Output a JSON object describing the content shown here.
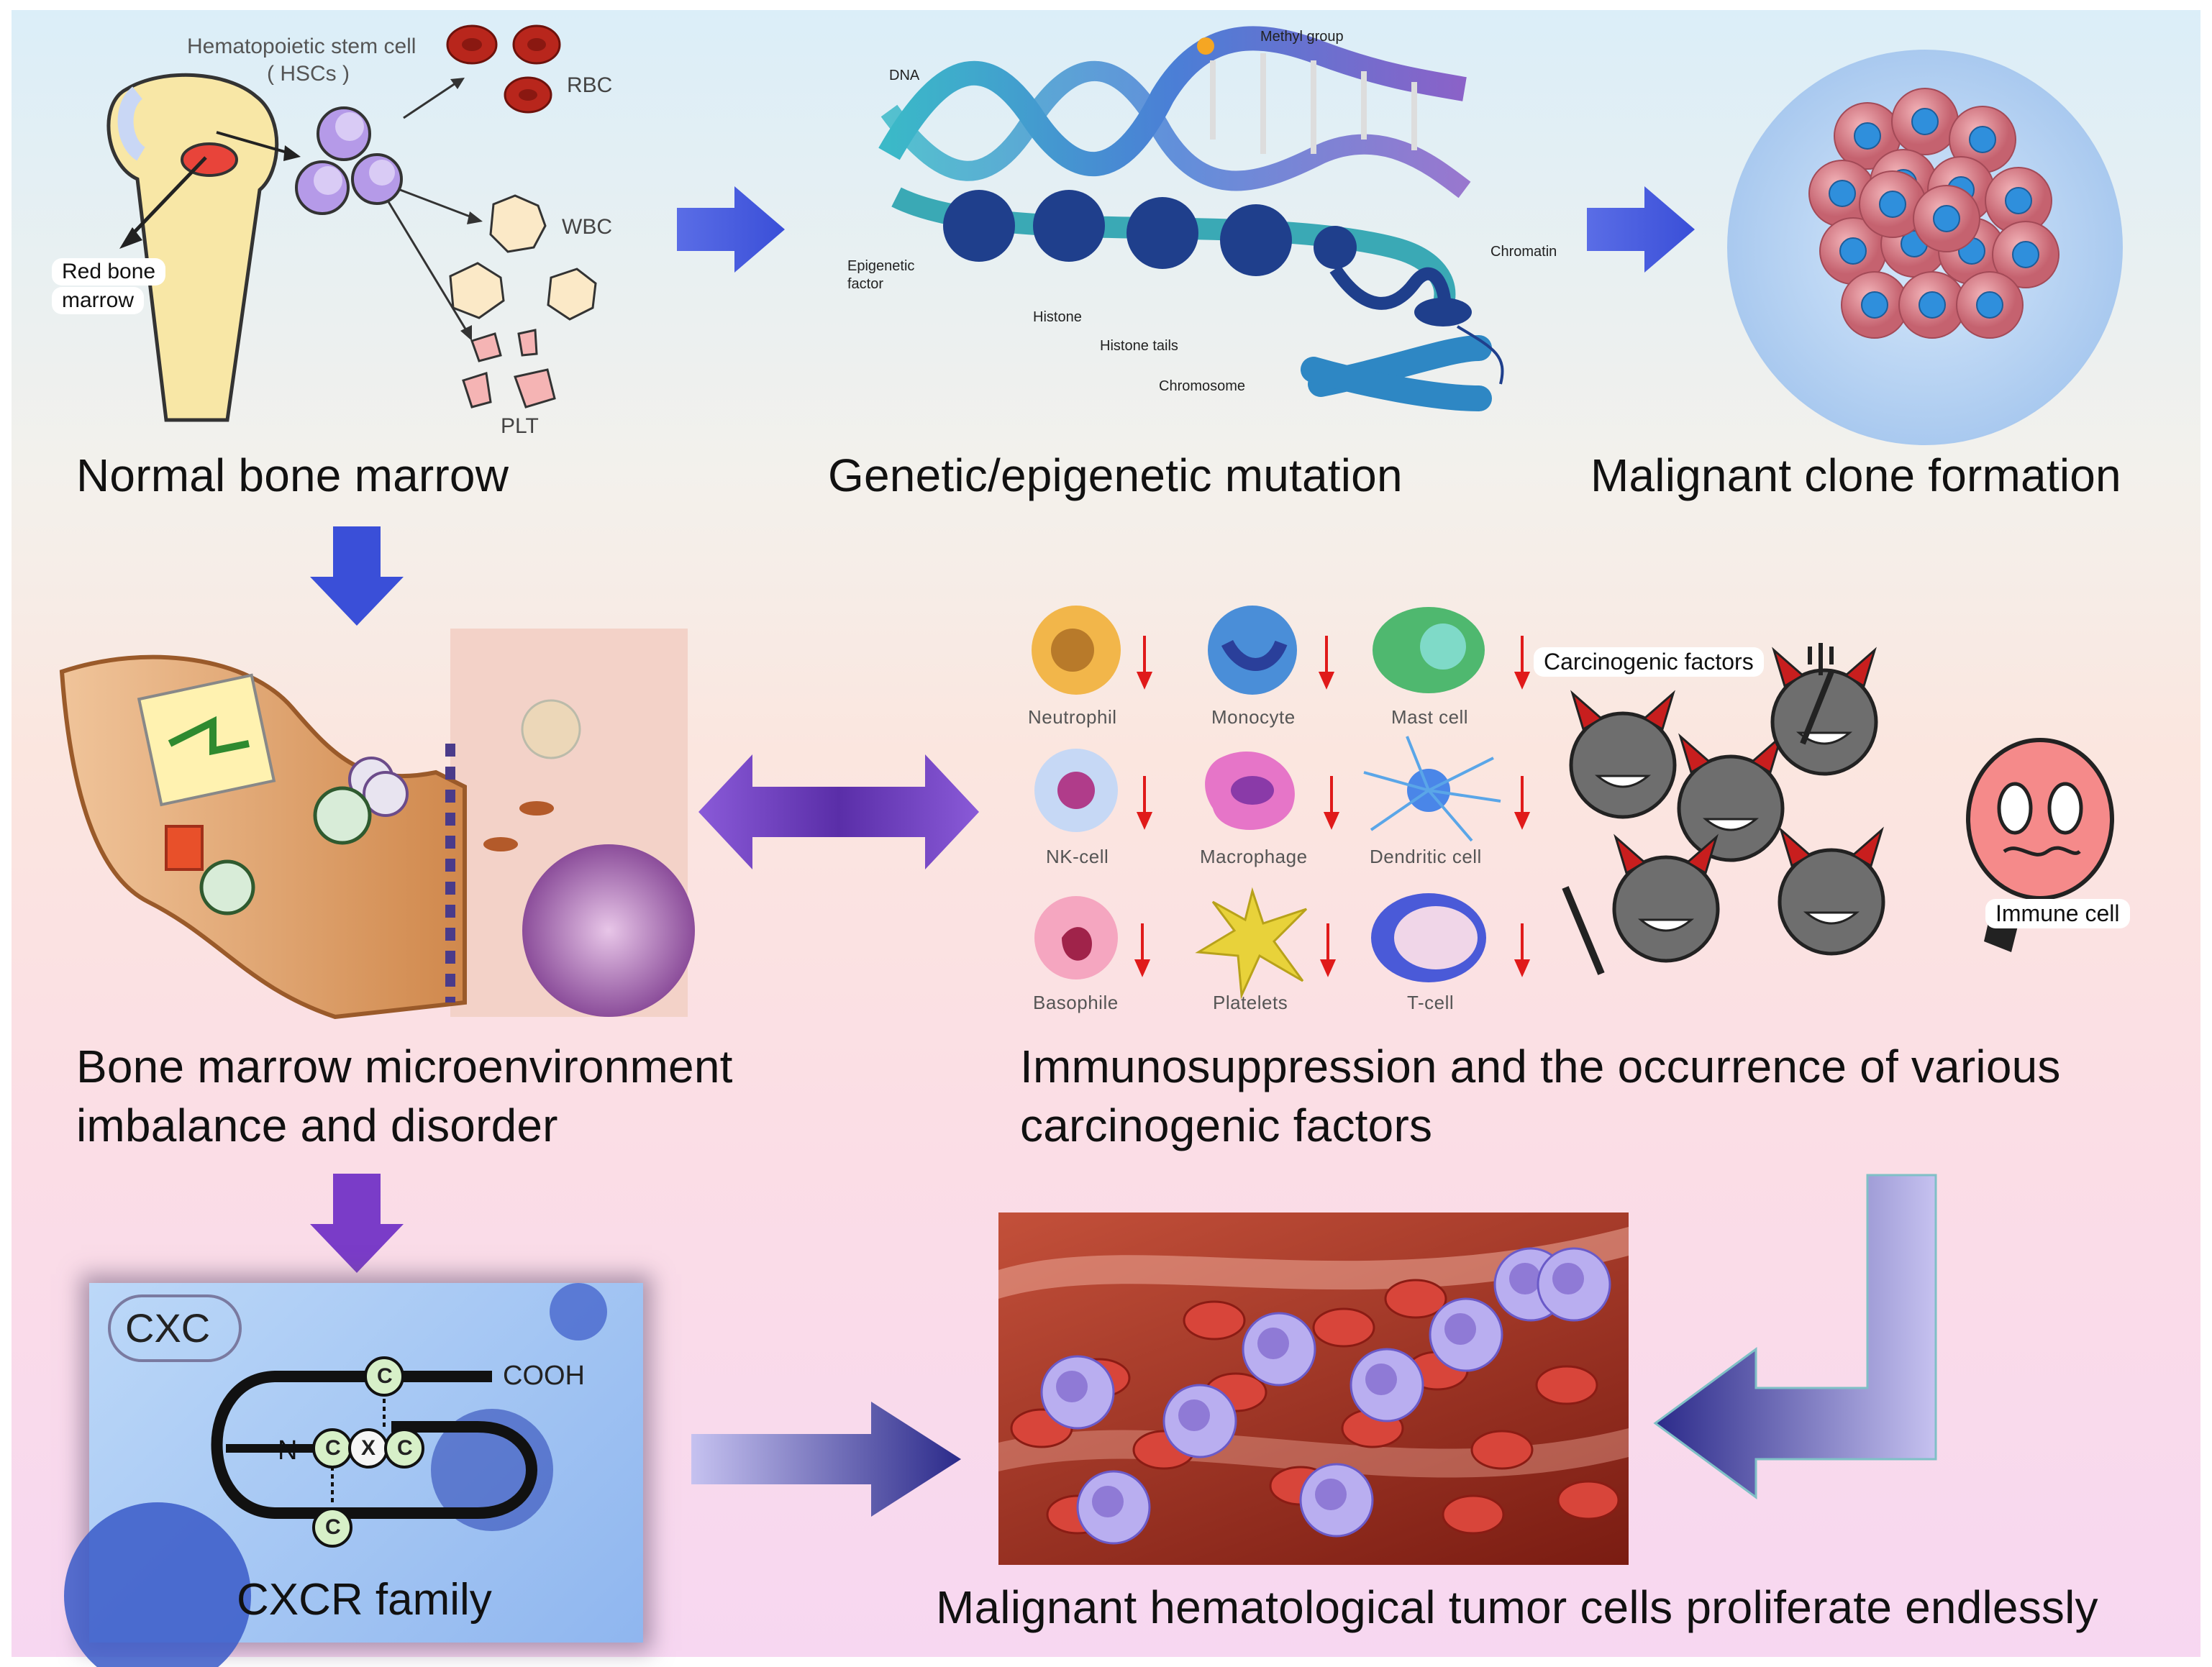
{
  "captions": {
    "normal_bone_marrow": "Normal bone marrow",
    "genetic_mutation": "Genetic/epigenetic mutation",
    "malignant_clone": "Malignant clone formation",
    "microenvironment_line1": "Bone marrow microenvironment",
    "microenvironment_line2": "imbalance and disorder",
    "immunosuppression_line1": "Immunosuppression and the occurrence of various",
    "immunosuppression_line2": "carcinogenic factors",
    "proliferate": "Malignant hematological tumor cells proliferate endlessly"
  },
  "bone_panel": {
    "hsc_label_line1": "Hematopoietic stem cell",
    "hsc_label_line2": "( HSCs )",
    "red_bone_marrow_line1": "Red bone",
    "red_bone_marrow_line2": "marrow",
    "rbc": "RBC",
    "wbc": "WBC",
    "plt": "PLT"
  },
  "dna_panel": {
    "dna": "DNA",
    "methyl_group": "Methyl group",
    "epigenetic_factor_line1": "Epigenetic",
    "epigenetic_factor_line2": "factor",
    "histone": "Histone",
    "histone_tails": "Histone tails",
    "chromatin": "Chromatin",
    "chromosome": "Chromosome"
  },
  "immune_cells": [
    {
      "name": "Neutrophil"
    },
    {
      "name": "Monocyte"
    },
    {
      "name": "Mast cell"
    },
    {
      "name": "NK-cell"
    },
    {
      "name": "Macrophage"
    },
    {
      "name": "Dendritic cell"
    },
    {
      "name": "Basophile"
    },
    {
      "name": "Platelets"
    },
    {
      "name": "T-cell"
    }
  ],
  "immune_panel": {
    "carcinogenic_factors": "Carcinogenic factors",
    "immune_cell": "Immune cell"
  },
  "cxc_panel": {
    "cxc": "CXC",
    "cooh": "COOH",
    "n": "N",
    "c": "C",
    "x": "X",
    "family": "CXCR family"
  },
  "colors": {
    "arrow_blue": "#3a4fd8",
    "arrow_purple": "#7a3cc8",
    "arrow_navy": "#2b2a8a",
    "rbc_red": "#b8261c",
    "tumor_purple": "#8f7ad6",
    "clone_pink": "#d98a92",
    "clone_nucleus": "#2f8fdc"
  }
}
